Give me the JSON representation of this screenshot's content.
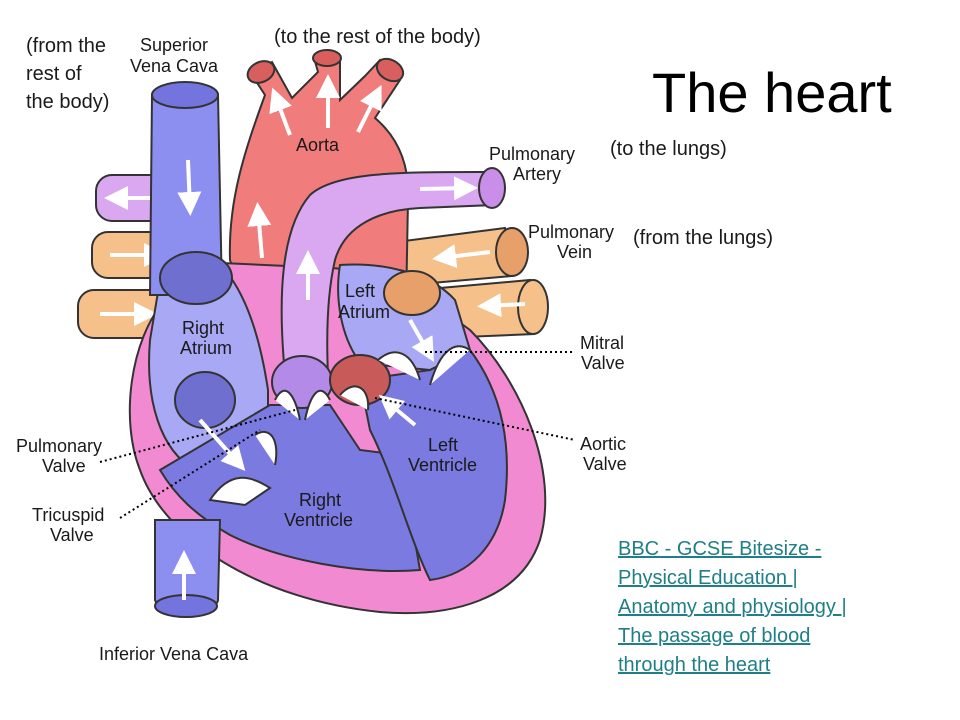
{
  "title": "The heart",
  "notes": {
    "from_body_1": "(from the",
    "from_body_2": "rest of",
    "from_body_3": "the body)",
    "to_body": "(to the rest of the body)",
    "to_lungs": "(to the lungs)",
    "from_lungs": "(from the lungs)"
  },
  "labels": {
    "svc_1": "Superior",
    "svc_2": "Vena Cava",
    "aorta": "Aorta",
    "pa_1": "Pulmonary",
    "pa_2": "Artery",
    "pv_1": "Pulmonary",
    "pv_2": "Vein",
    "la_1": "Left",
    "la_2": "Atrium",
    "ra_1": "Right",
    "ra_2": "Atrium",
    "mitral_1": "Mitral",
    "mitral_2": "Valve",
    "aortic_1": "Aortic",
    "aortic_2": "Valve",
    "pulm_valve_1": "Pulmonary",
    "pulm_valve_2": "Valve",
    "tricuspid_1": "Tricuspid",
    "tricuspid_2": "Valve",
    "lv_1": "Left",
    "lv_2": "Ventricle",
    "rv_1": "Right",
    "rv_2": "Ventricle",
    "ivc": "Inferior Vena Cava"
  },
  "link": {
    "line1": "BBC - GCSE Bitesize -",
    "line2": "Physical Education |",
    "line3": "Anatomy and physiology |",
    "line4": "The passage of blood",
    "line5": "through the heart"
  },
  "colors": {
    "vena_cava_blue": "#8d8ff0",
    "aorta_red": "#f07c7c",
    "pulmonary_artery_purple": "#d9a8f0",
    "pulmonary_vein_orange": "#f6c08a",
    "heart_wall_pink": "#f28ad2",
    "right_side_blue": "#a8a8f4",
    "left_side_blue": "#7a7ae0",
    "link_teal": "#1e7f86"
  }
}
